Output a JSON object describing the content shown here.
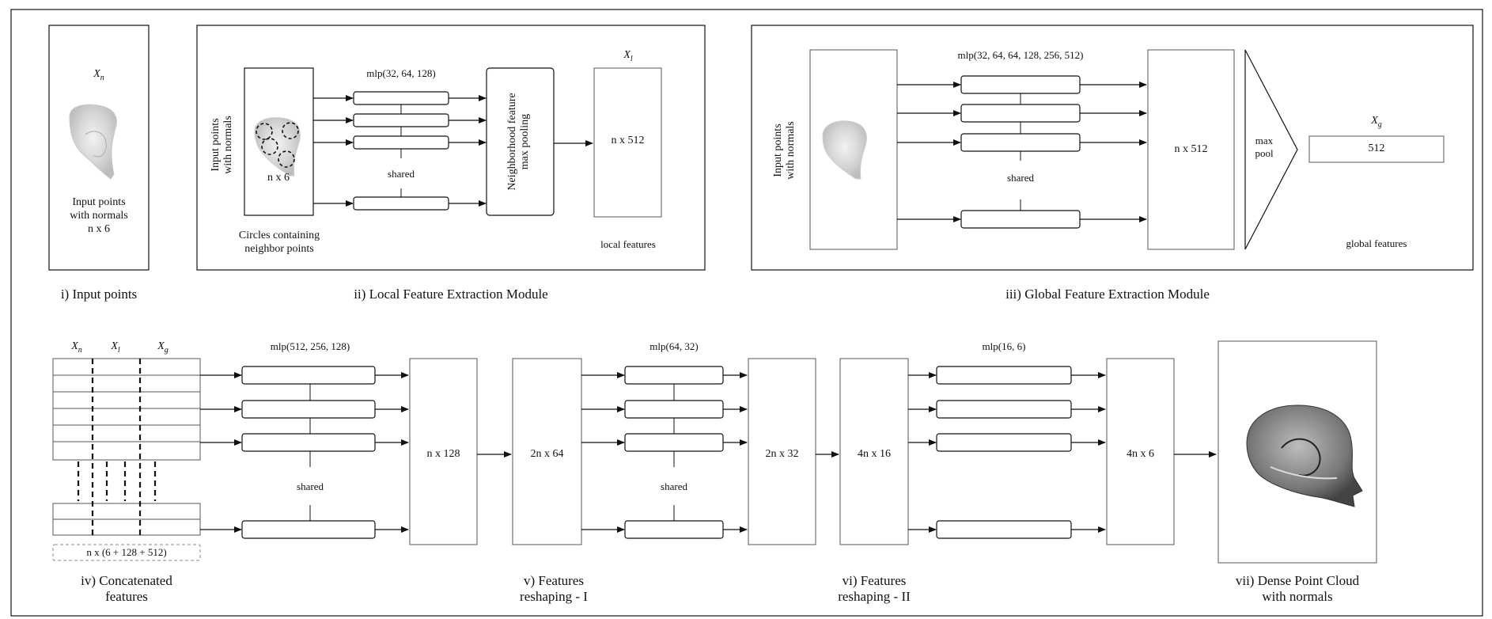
{
  "sections": {
    "input": {
      "caption": "i) Input points",
      "var_label": "X_n",
      "label_lines": [
        "Input points",
        "with normals",
        "n x 6"
      ]
    },
    "local": {
      "caption": "ii) Local Feature Extraction Module",
      "input_label": [
        "Input points",
        "with normals"
      ],
      "size": "n x 6",
      "circles_note": [
        "Circles containing",
        "neighbor points"
      ],
      "mlp": "mlp(32, 64, 128)",
      "shared": "shared",
      "pool_label": [
        "Neighborhood feature",
        "max pooling"
      ],
      "var_label": "X_l",
      "out_size": "n x 512",
      "out_label": "local features"
    },
    "global": {
      "caption": "iii) Global Feature Extraction Module",
      "input_label": [
        "Input points",
        "with normals"
      ],
      "mlp": "mlp(32, 64, 64, 128, 256, 512)",
      "shared": "shared",
      "mid_size": "n x 512",
      "pool_label": [
        "max",
        "pool"
      ],
      "var_label": "X_g",
      "out_size": "512",
      "out_label": "global features"
    },
    "concat": {
      "caption": [
        "iv) Concatenated",
        "features"
      ],
      "cols": [
        "X_n",
        "X_l",
        "X_g"
      ],
      "size": "n x (6 + 128 + 512)",
      "mlp": "mlp(512, 256, 128)",
      "shared": "shared",
      "out_size": "n x 128"
    },
    "reshape1": {
      "caption": [
        "v) Features",
        "reshaping - I"
      ],
      "in_size": "2n x 64",
      "mlp": "mlp(64, 32)",
      "shared": "shared",
      "out_size": "2n x 32"
    },
    "reshape2": {
      "caption": [
        "vi) Features",
        "reshaping - II"
      ],
      "in_size": "4n x 16",
      "mlp": "mlp(16, 6)",
      "out_size": "4n x 6"
    },
    "output": {
      "caption": [
        "vii) Dense Point Cloud",
        "with normals"
      ]
    }
  }
}
